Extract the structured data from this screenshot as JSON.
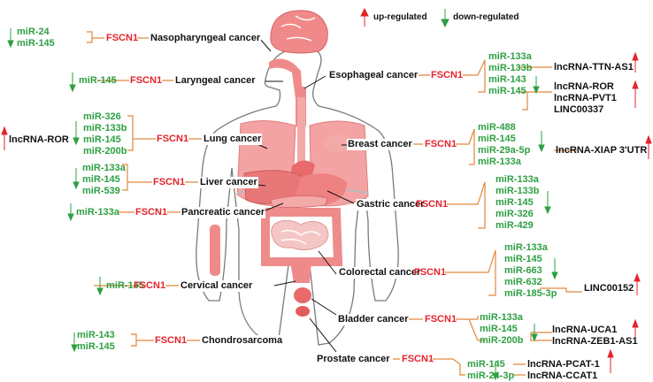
{
  "legend": {
    "up": "up-regulated",
    "down": "down-regulated"
  },
  "gene": "FSCN1",
  "colors": {
    "mirna": "#2ea043",
    "gene": "#e4232b",
    "connector": "#e2873c",
    "up_arrow": "#e4232b",
    "down_arrow": "#2ea043",
    "organ": "#f08a8a"
  },
  "cancers": [
    {
      "name": "Nasopharyngeal cancer",
      "mirnas": [
        "miR-24",
        "miR-145"
      ]
    },
    {
      "name": "Laryngeal cancer",
      "mirnas": [
        "miR-145"
      ]
    },
    {
      "name": "Lung cancer",
      "mirnas": [
        "miR-326",
        "miR-133b",
        "miR-145",
        "miR-200b"
      ],
      "lncrna_up": [
        "lncRNA-ROR"
      ]
    },
    {
      "name": "Liver cancer",
      "mirnas": [
        "miR-133a",
        "miR-145",
        "miR-539"
      ]
    },
    {
      "name": "Pancreatic cancer",
      "mirnas": [
        "miR-133a"
      ]
    },
    {
      "name": "Cervical cancer",
      "mirnas": [
        "miR-145"
      ]
    },
    {
      "name": "Chondrosarcoma",
      "mirnas": [
        "miR-143",
        "miR-145"
      ]
    },
    {
      "name": "Esophageal cancer",
      "mirnas": [
        "miR-133a",
        "miR-133b",
        "miR-143",
        "miR-145"
      ],
      "lncrna_up": [
        "lncRNA-TTN-AS1",
        "lncRNA-ROR",
        "lncRNA-PVT1",
        "LINC00337"
      ]
    },
    {
      "name": "Breast cancer",
      "mirnas": [
        "miR-488",
        "miR-145",
        "miR-29a-5p",
        "miR-133a"
      ],
      "lncrna_up": [
        "lncRNA-XIAP 3'UTR"
      ]
    },
    {
      "name": "Gastric cancer",
      "mirnas": [
        "miR-133a",
        "miR-133b",
        "miR-145",
        "miR-326",
        "miR-429"
      ]
    },
    {
      "name": "Colorectal cancer",
      "mirnas": [
        "miR-133a",
        "miR-145",
        "miR-663",
        "miR-632",
        "miR-185-3p"
      ],
      "lncrna_up": [
        "LINC00152"
      ]
    },
    {
      "name": "Bladder cancer",
      "mirnas": [
        "miR-133a",
        "miR-145",
        "miR-200b"
      ],
      "lncrna_up": [
        "lncRNA-UCA1",
        "lncRNA-ZEB1-AS1"
      ]
    },
    {
      "name": "Prostate cancer",
      "mirnas": [
        "miR-145",
        "miR-24-3p"
      ],
      "lncrna_up": [
        "lncRNA-PCAT-1",
        "lncRNA-CCAT1"
      ]
    }
  ]
}
